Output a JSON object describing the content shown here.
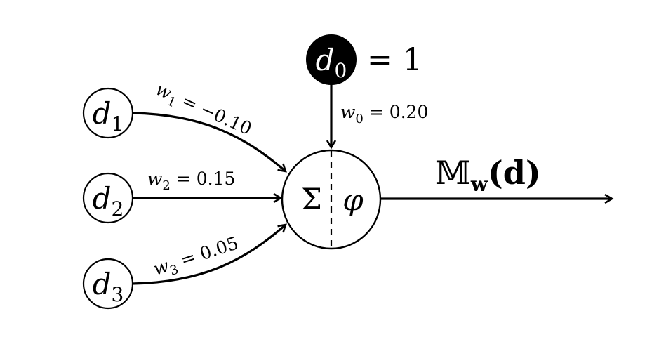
{
  "inputs": [
    {
      "var": "d",
      "sub": "1"
    },
    {
      "var": "d",
      "sub": "2"
    },
    {
      "var": "d",
      "sub": "3"
    }
  ],
  "bias": {
    "var": "d",
    "sub": "0",
    "equals": "= 1"
  },
  "weights": [
    {
      "var": "w",
      "sub": "1",
      "text": " = −0.10"
    },
    {
      "var": "w",
      "sub": "2",
      "text": " = 0.15"
    },
    {
      "var": "w",
      "sub": "3",
      "text": " = 0.05"
    }
  ],
  "bias_weight": {
    "var": "w",
    "sub": "0",
    "text": " = 0.20"
  },
  "unit": {
    "sum_symbol": "Σ",
    "activation_symbol": "φ"
  },
  "output": {
    "model": "𝕄",
    "sub": "w",
    "arg": "(d)"
  }
}
